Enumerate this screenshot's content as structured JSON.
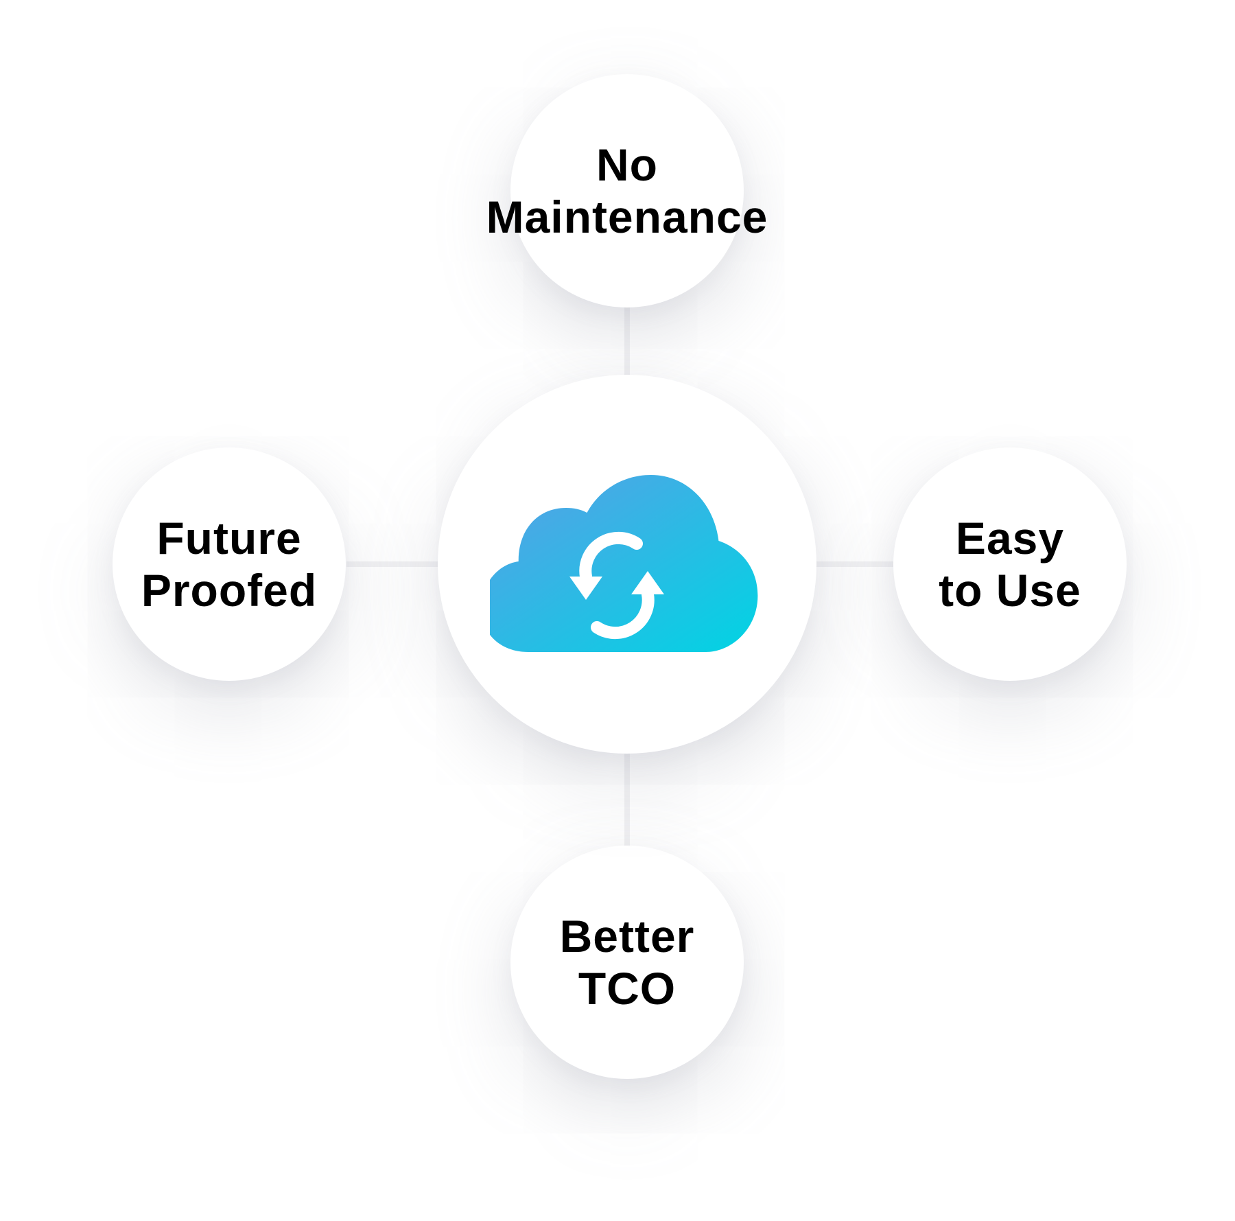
{
  "diagram": {
    "center": {
      "icon": "cloud-sync-icon",
      "gradient": [
        "#5b9ee6",
        "#00d4e3"
      ],
      "arrow_color": "#ffffff"
    },
    "nodes": {
      "top": {
        "line1": "No",
        "line2": "Maintenance"
      },
      "left": {
        "line1": "Future",
        "line2": "Proofed"
      },
      "right": {
        "line1": "Easy",
        "line2": "to Use"
      },
      "bottom": {
        "line1": "Better",
        "line2": "TCO"
      }
    },
    "colors": {
      "text": "#000000",
      "connector": "#f1f1f3",
      "background": "#ffffff"
    }
  }
}
